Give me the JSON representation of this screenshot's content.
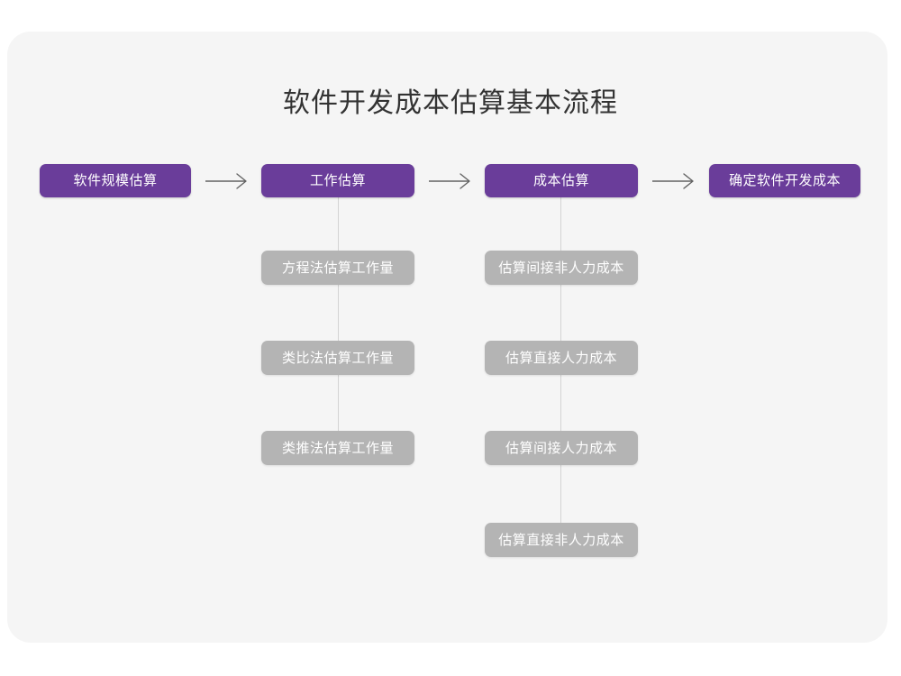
{
  "page": {
    "title": "软件开发成本估算基本流程",
    "background_color": "#ffffff",
    "card_color": "#f5f5f5",
    "primary_color": "#6a3d9a",
    "secondary_color": "#b4b4b4",
    "connector_color": "#d3d3d3",
    "title_color": "#333333"
  },
  "flow": {
    "main_steps": [
      {
        "label": "软件规模估算"
      },
      {
        "label": "工作估算"
      },
      {
        "label": "成本估算"
      },
      {
        "label": "确定软件开发成本"
      }
    ],
    "arrows": [
      {
        "name": "arrow-1",
        "glyph": "→"
      },
      {
        "name": "arrow-2",
        "glyph": "→"
      },
      {
        "name": "arrow-3",
        "glyph": "→"
      }
    ],
    "branch_work_estimation": [
      {
        "label": "方程法估算工作量"
      },
      {
        "label": "类比法估算工作量"
      },
      {
        "label": "类推法估算工作量"
      }
    ],
    "branch_cost_estimation": [
      {
        "label": "估算间接非人力成本"
      },
      {
        "label": "估算直接人力成本"
      },
      {
        "label": "估算间接人力成本"
      },
      {
        "label": "估算直接非人力成本"
      }
    ]
  }
}
